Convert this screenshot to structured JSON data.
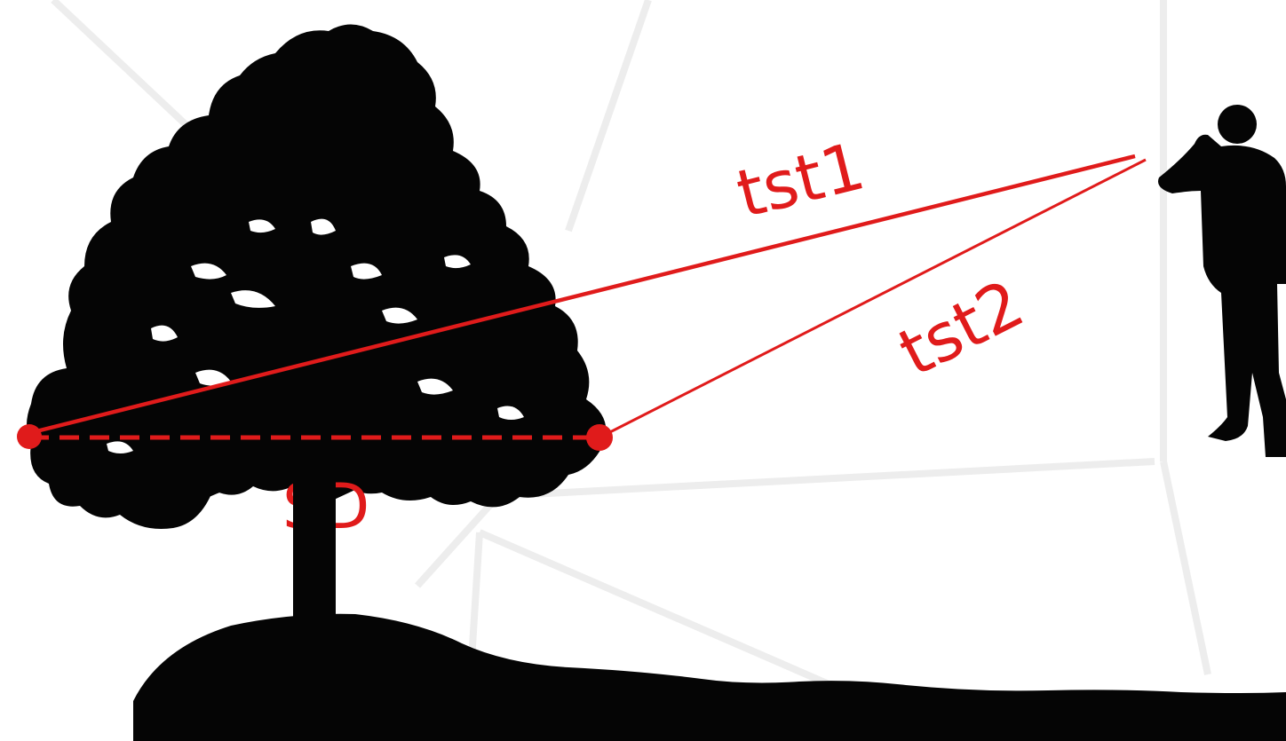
{
  "labels": {
    "tst1": "tst1",
    "tst2": "tst2",
    "sd": "SD"
  },
  "colors": {
    "background": "#ffffff",
    "measure": "#e01b1b",
    "silhouette": "#050505",
    "faint_lines": "#ececec"
  },
  "icons": {
    "tree": "tree-silhouette",
    "observer": "person-with-binoculars-silhouette",
    "ground": "ground-silhouette"
  }
}
